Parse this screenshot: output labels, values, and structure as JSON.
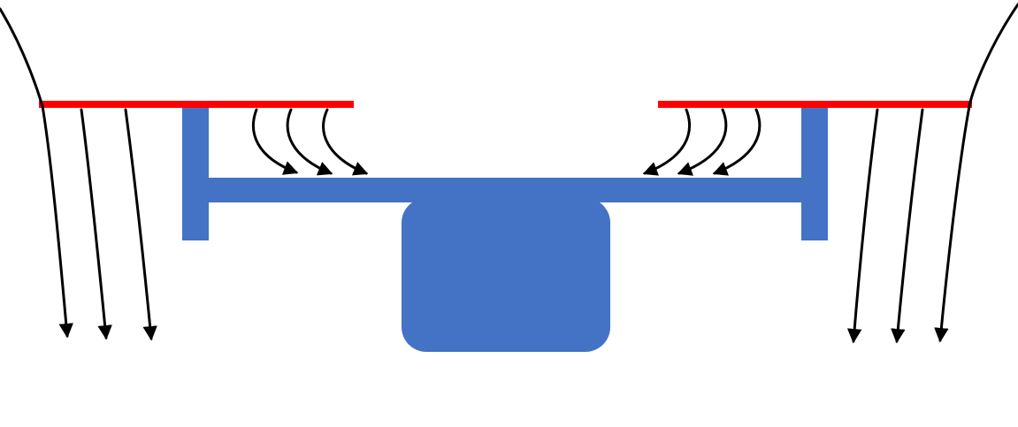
{
  "diagram": {
    "colors": {
      "background": "#ffffff",
      "structure": "#4472C4",
      "structure_edge": "#3d68b3",
      "plate": "#ff0000",
      "arrow": "#000000"
    },
    "elements": {
      "left_plate": "red-plate",
      "right_plate": "red-plate",
      "left_support": "blue-vertical-support",
      "right_support": "blue-vertical-support",
      "crossbar": "blue-horizontal-crossbar",
      "body": "blue-rounded-block",
      "flow_arrows": "black-curved-arrows"
    }
  }
}
